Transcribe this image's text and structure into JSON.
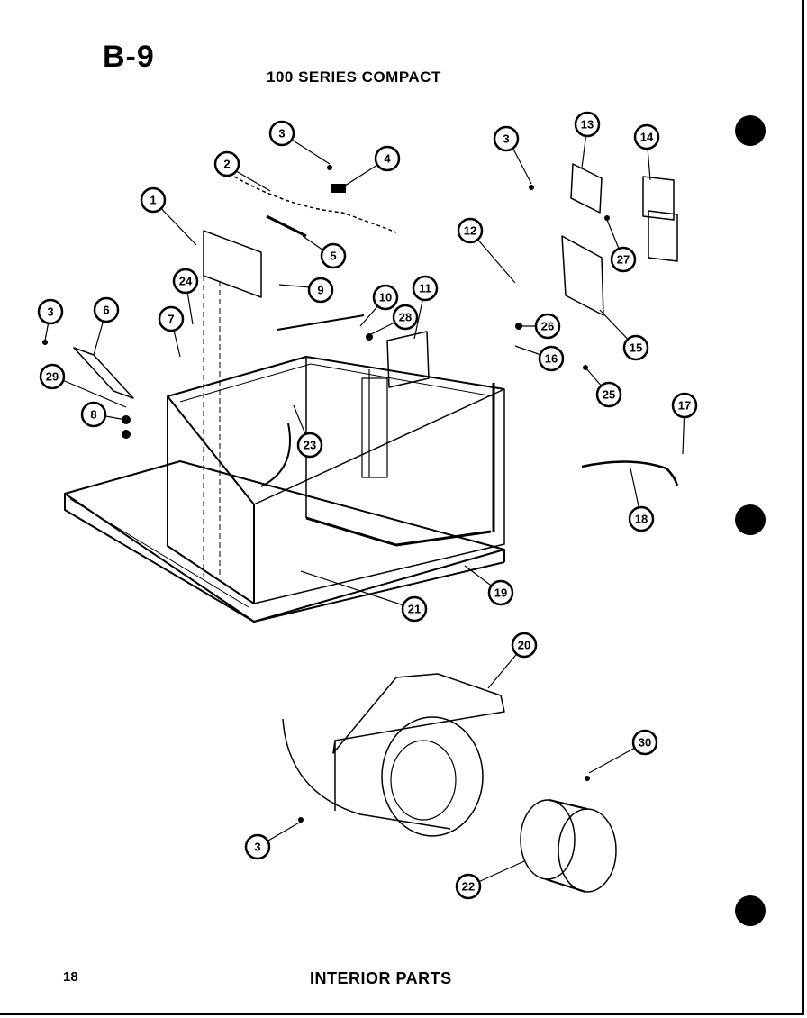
{
  "header": {
    "page_id": "B-9",
    "series": "100 SERIES COMPACT"
  },
  "footer": {
    "page_number": "18",
    "section_title": "INTERIOR PARTS"
  },
  "callouts": [
    "1",
    "2",
    "3",
    "4",
    "5",
    "6",
    "7",
    "8",
    "9",
    "10",
    "11",
    "12",
    "13",
    "14",
    "15",
    "16",
    "17",
    "18",
    "19",
    "20",
    "21",
    "22",
    "23",
    "24",
    "25",
    "26",
    "27",
    "28",
    "29",
    "30"
  ]
}
